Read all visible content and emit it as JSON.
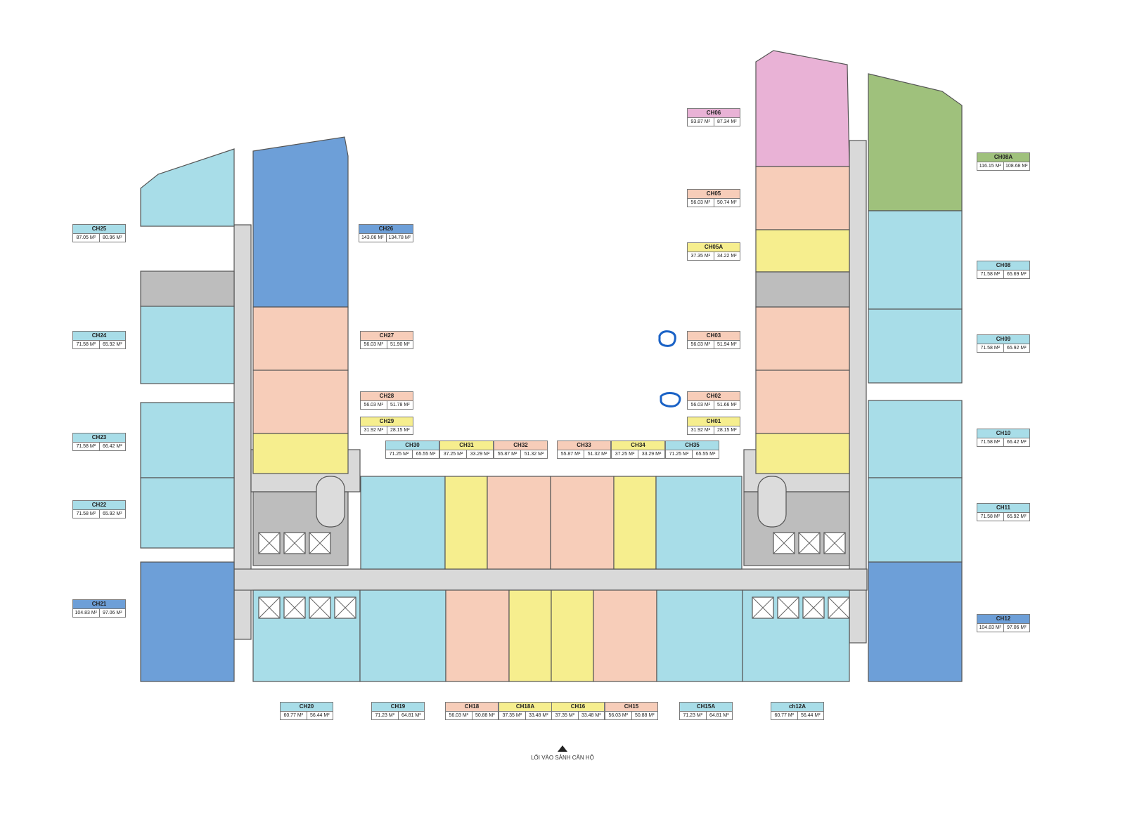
{
  "colors": {
    "cyan": "#a8dde8",
    "blue": "#6d9fd8",
    "salmon": "#f7cdb9",
    "yellow": "#f6ee8e",
    "pink": "#e9b2d6",
    "green": "#9fc17c",
    "corridor": "#d9d9d9",
    "core": "#bdbdbd"
  },
  "entrance_label": "LỐI VÀO SẢNH CĂN HỘ",
  "units": [
    {
      "id": "ch25",
      "name": "CH25",
      "a1": "87.05 M²",
      "a2": "80.96 M²",
      "color": "cyan"
    },
    {
      "id": "ch26",
      "name": "CH26",
      "a1": "143.06 M²",
      "a2": "134.78 M²",
      "color": "blue"
    },
    {
      "id": "ch24",
      "name": "CH24",
      "a1": "71.58 M²",
      "a2": "65.92 M²",
      "color": "cyan"
    },
    {
      "id": "ch27",
      "name": "CH27",
      "a1": "56.03 M²",
      "a2": "51.90 M²",
      "color": "salmon"
    },
    {
      "id": "ch28",
      "name": "CH28",
      "a1": "56.03 M²",
      "a2": "51.78 M²",
      "color": "salmon"
    },
    {
      "id": "ch29",
      "name": "CH29",
      "a1": "31.92 M²",
      "a2": "28.15 M²",
      "color": "yellow"
    },
    {
      "id": "ch23",
      "name": "CH23",
      "a1": "71.58 M²",
      "a2": "66.42 M²",
      "color": "cyan"
    },
    {
      "id": "ch22",
      "name": "CH22",
      "a1": "71.58 M²",
      "a2": "65.92 M²",
      "color": "cyan"
    },
    {
      "id": "ch21",
      "name": "CH21",
      "a1": "104.83 M²",
      "a2": "97.06 M²",
      "color": "blue"
    },
    {
      "id": "ch30",
      "name": "CH30",
      "a1": "71.25 M²",
      "a2": "65.55 M²",
      "color": "cyan"
    },
    {
      "id": "ch31",
      "name": "CH31",
      "a1": "37.25 M²",
      "a2": "33.29 M²",
      "color": "yellow"
    },
    {
      "id": "ch32",
      "name": "CH32",
      "a1": "55.87 M²",
      "a2": "51.32 M²",
      "color": "salmon"
    },
    {
      "id": "ch33",
      "name": "CH33",
      "a1": "55.87 M²",
      "a2": "51.32 M²",
      "color": "salmon"
    },
    {
      "id": "ch34",
      "name": "CH34",
      "a1": "37.25 M²",
      "a2": "33.29 M²",
      "color": "yellow"
    },
    {
      "id": "ch35",
      "name": "CH35",
      "a1": "71.25 M²",
      "a2": "65.55 M²",
      "color": "cyan"
    },
    {
      "id": "ch06",
      "name": "CH06",
      "a1": "93.87 M²",
      "a2": "87.34 M²",
      "color": "pink"
    },
    {
      "id": "ch05",
      "name": "CH05",
      "a1": "56.03 M²",
      "a2": "50.74 M²",
      "color": "salmon"
    },
    {
      "id": "ch05a",
      "name": "CH05A",
      "a1": "37.35 M²",
      "a2": "34.22 M²",
      "color": "yellow"
    },
    {
      "id": "ch03",
      "name": "CH03",
      "a1": "56.03 M²",
      "a2": "51.94 M²",
      "color": "salmon"
    },
    {
      "id": "ch02",
      "name": "CH02",
      "a1": "56.03 M²",
      "a2": "51.66 M²",
      "color": "salmon"
    },
    {
      "id": "ch01",
      "name": "CH01",
      "a1": "31.92 M²",
      "a2": "28.15 M²",
      "color": "yellow"
    },
    {
      "id": "ch08a",
      "name": "CH08A",
      "a1": "116.15 M²",
      "a2": "108.68 M²",
      "color": "green"
    },
    {
      "id": "ch08",
      "name": "CH08",
      "a1": "71.58 M²",
      "a2": "65.69 M²",
      "color": "cyan"
    },
    {
      "id": "ch09",
      "name": "CH09",
      "a1": "71.58 M²",
      "a2": "65.92 M²",
      "color": "cyan"
    },
    {
      "id": "ch10",
      "name": "CH10",
      "a1": "71.58 M²",
      "a2": "66.42 M²",
      "color": "cyan"
    },
    {
      "id": "ch11",
      "name": "CH11",
      "a1": "71.58 M²",
      "a2": "65.92 M²",
      "color": "cyan"
    },
    {
      "id": "ch12",
      "name": "CH12",
      "a1": "104.83 M²",
      "a2": "97.06 M²",
      "color": "blue"
    },
    {
      "id": "ch20",
      "name": "CH20",
      "a1": "60.77 M²",
      "a2": "56.44 M²",
      "color": "cyan"
    },
    {
      "id": "ch19",
      "name": "CH19",
      "a1": "71.23 M²",
      "a2": "64.81 M²",
      "color": "cyan"
    },
    {
      "id": "ch18",
      "name": "CH18",
      "a1": "56.03 M²",
      "a2": "50.88 M²",
      "color": "salmon"
    },
    {
      "id": "ch18a",
      "name": "CH18A",
      "a1": "37.35 M²",
      "a2": "33.48 M²",
      "color": "yellow"
    },
    {
      "id": "ch16",
      "name": "CH16",
      "a1": "37.35 M²",
      "a2": "33.48 M²",
      "color": "yellow"
    },
    {
      "id": "ch15",
      "name": "CH15",
      "a1": "56.03 M²",
      "a2": "50.88 M²",
      "color": "salmon"
    },
    {
      "id": "ch15a",
      "name": "CH15A",
      "a1": "71.23 M²",
      "a2": "64.81 M²",
      "color": "cyan"
    },
    {
      "id": "ch12a",
      "name": "ch12A",
      "a1": "60.77 M²",
      "a2": "56.44 M²",
      "color": "cyan"
    }
  ]
}
